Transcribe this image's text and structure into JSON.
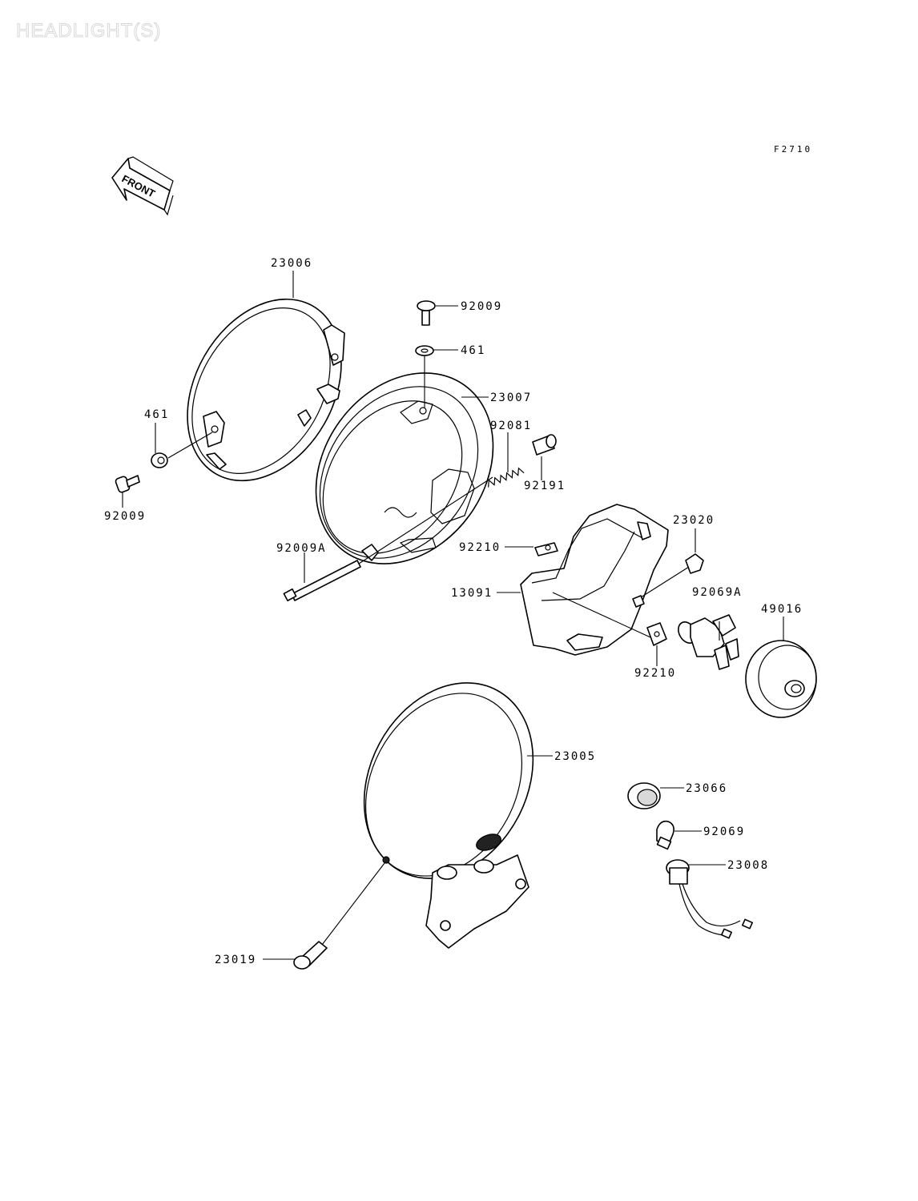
{
  "header": {
    "title": "HEADLIGHT(S)",
    "figure_code": "F2710"
  },
  "front_arrow": {
    "label": "FRONT"
  },
  "parts": {
    "rim": "23006",
    "screw_top": "92009",
    "nut_top": "461",
    "housing": "23007",
    "spring": "92081",
    "nut_left": "461",
    "collar": "92191",
    "screw_left": "92009",
    "adjust_screw": "92009A",
    "clip_upper": "92210",
    "bracket": "13091",
    "socket": "23020",
    "bulb": "92069A",
    "cap": "49016",
    "clip_lower": "92210",
    "lamp_unit": "23005",
    "grommet": "23066",
    "pilot_bulb": "92069",
    "pilot_socket": "23008",
    "bolt": "23019"
  }
}
